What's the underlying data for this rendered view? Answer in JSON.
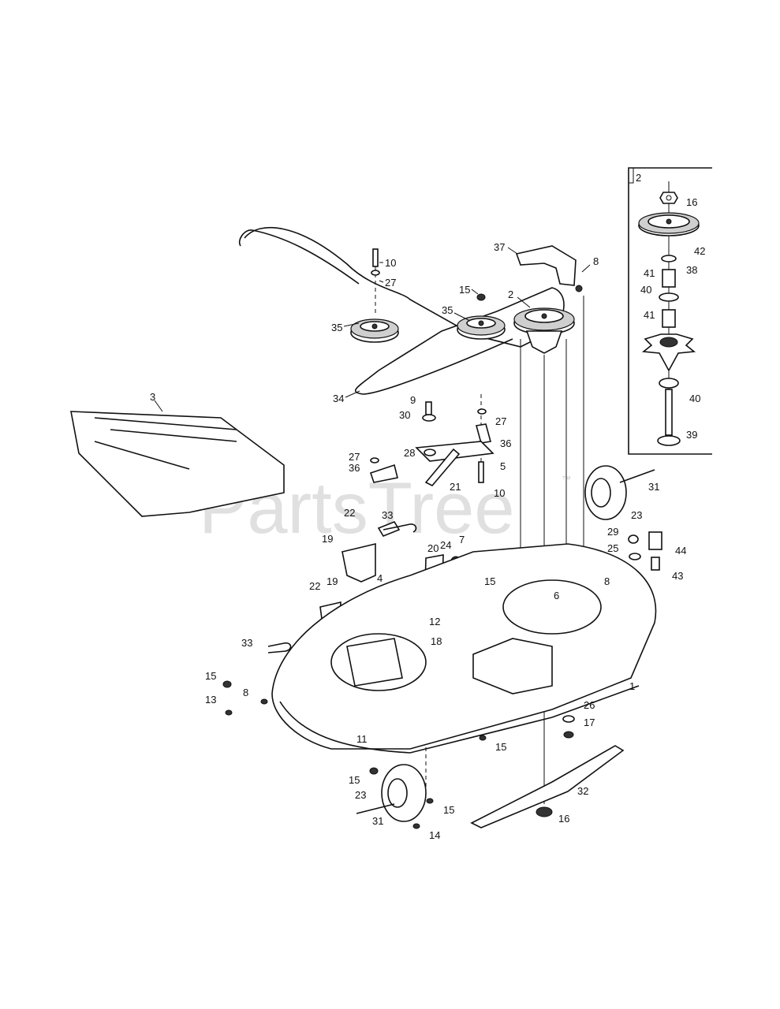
{
  "watermark": {
    "text": "PartsTree",
    "trademark": "™"
  },
  "inset": {
    "label": "2"
  },
  "callouts": [
    {
      "id": "c-10a",
      "text": "10"
    },
    {
      "id": "c-27a",
      "text": "27"
    },
    {
      "id": "c-15a",
      "text": "15"
    },
    {
      "id": "c-35a",
      "text": "35"
    },
    {
      "id": "c-35b",
      "text": "35"
    },
    {
      "id": "c-2",
      "text": "2"
    },
    {
      "id": "c-37",
      "text": "37"
    },
    {
      "id": "c-8a",
      "text": "8"
    },
    {
      "id": "c-34",
      "text": "34"
    },
    {
      "id": "c-3",
      "text": "3"
    },
    {
      "id": "c-9",
      "text": "9"
    },
    {
      "id": "c-30",
      "text": "30"
    },
    {
      "id": "c-27b",
      "text": "27"
    },
    {
      "id": "c-36a",
      "text": "36"
    },
    {
      "id": "c-28",
      "text": "28"
    },
    {
      "id": "c-5",
      "text": "5"
    },
    {
      "id": "c-27c",
      "text": "27"
    },
    {
      "id": "c-36b",
      "text": "36"
    },
    {
      "id": "c-21",
      "text": "21"
    },
    {
      "id": "c-10b",
      "text": "10"
    },
    {
      "id": "c-22a",
      "text": "22"
    },
    {
      "id": "c-33a",
      "text": "33"
    },
    {
      "id": "c-19a",
      "text": "19"
    },
    {
      "id": "c-4",
      "text": "4"
    },
    {
      "id": "c-20",
      "text": "20"
    },
    {
      "id": "c-24",
      "text": "24"
    },
    {
      "id": "c-7",
      "text": "7"
    },
    {
      "id": "c-15b",
      "text": "15"
    },
    {
      "id": "c-22b",
      "text": "22"
    },
    {
      "id": "c-19b",
      "text": "19"
    },
    {
      "id": "c-12",
      "text": "12"
    },
    {
      "id": "c-18",
      "text": "18"
    },
    {
      "id": "c-6",
      "text": "6"
    },
    {
      "id": "c-8b",
      "text": "8"
    },
    {
      "id": "c-33b",
      "text": "33"
    },
    {
      "id": "c-15c",
      "text": "15"
    },
    {
      "id": "c-13",
      "text": "13"
    },
    {
      "id": "c-8c",
      "text": "8"
    },
    {
      "id": "c-11",
      "text": "11"
    },
    {
      "id": "c-1",
      "text": "1"
    },
    {
      "id": "c-26",
      "text": "26"
    },
    {
      "id": "c-17",
      "text": "17"
    },
    {
      "id": "c-15d",
      "text": "15"
    },
    {
      "id": "c-15e",
      "text": "15"
    },
    {
      "id": "c-23a",
      "text": "23"
    },
    {
      "id": "c-15f",
      "text": "15"
    },
    {
      "id": "c-31a",
      "text": "31"
    },
    {
      "id": "c-14",
      "text": "14"
    },
    {
      "id": "c-32",
      "text": "32"
    },
    {
      "id": "c-16a",
      "text": "16"
    },
    {
      "id": "c-31b",
      "text": "31"
    },
    {
      "id": "c-23b",
      "text": "23"
    },
    {
      "id": "c-29",
      "text": "29"
    },
    {
      "id": "c-25",
      "text": "25"
    },
    {
      "id": "c-44",
      "text": "44"
    },
    {
      "id": "c-43",
      "text": "43"
    },
    {
      "id": "c-16b",
      "text": "16"
    },
    {
      "id": "c-42",
      "text": "42"
    },
    {
      "id": "c-38",
      "text": "38"
    },
    {
      "id": "c-41a",
      "text": "41"
    },
    {
      "id": "c-40a",
      "text": "40"
    },
    {
      "id": "c-41b",
      "text": "41"
    },
    {
      "id": "c-40b",
      "text": "40"
    },
    {
      "id": "c-39",
      "text": "39"
    }
  ]
}
